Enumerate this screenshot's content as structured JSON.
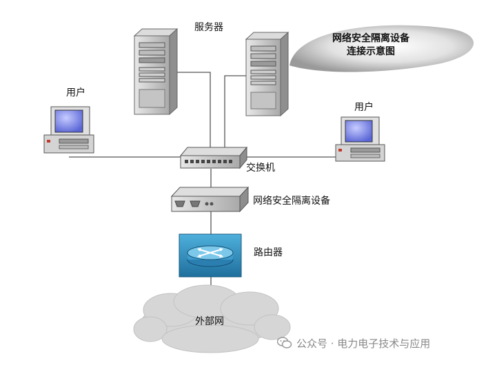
{
  "title": {
    "line1": "网络安全隔离设备",
    "line2": "连接示意图"
  },
  "labels": {
    "servers": "服务器",
    "user_left": "用户",
    "user_right": "用户",
    "switch": "交换机",
    "isolation_device": "网络安全隔离设备",
    "router": "路由器",
    "internet": "外部网"
  },
  "watermark": "公众号 · 电力电子技术与应用",
  "colors": {
    "line": "#555555",
    "device_body": "#c8c8c8",
    "router_blue": "#2f8fc0",
    "cloud": "#d6d6d6"
  }
}
